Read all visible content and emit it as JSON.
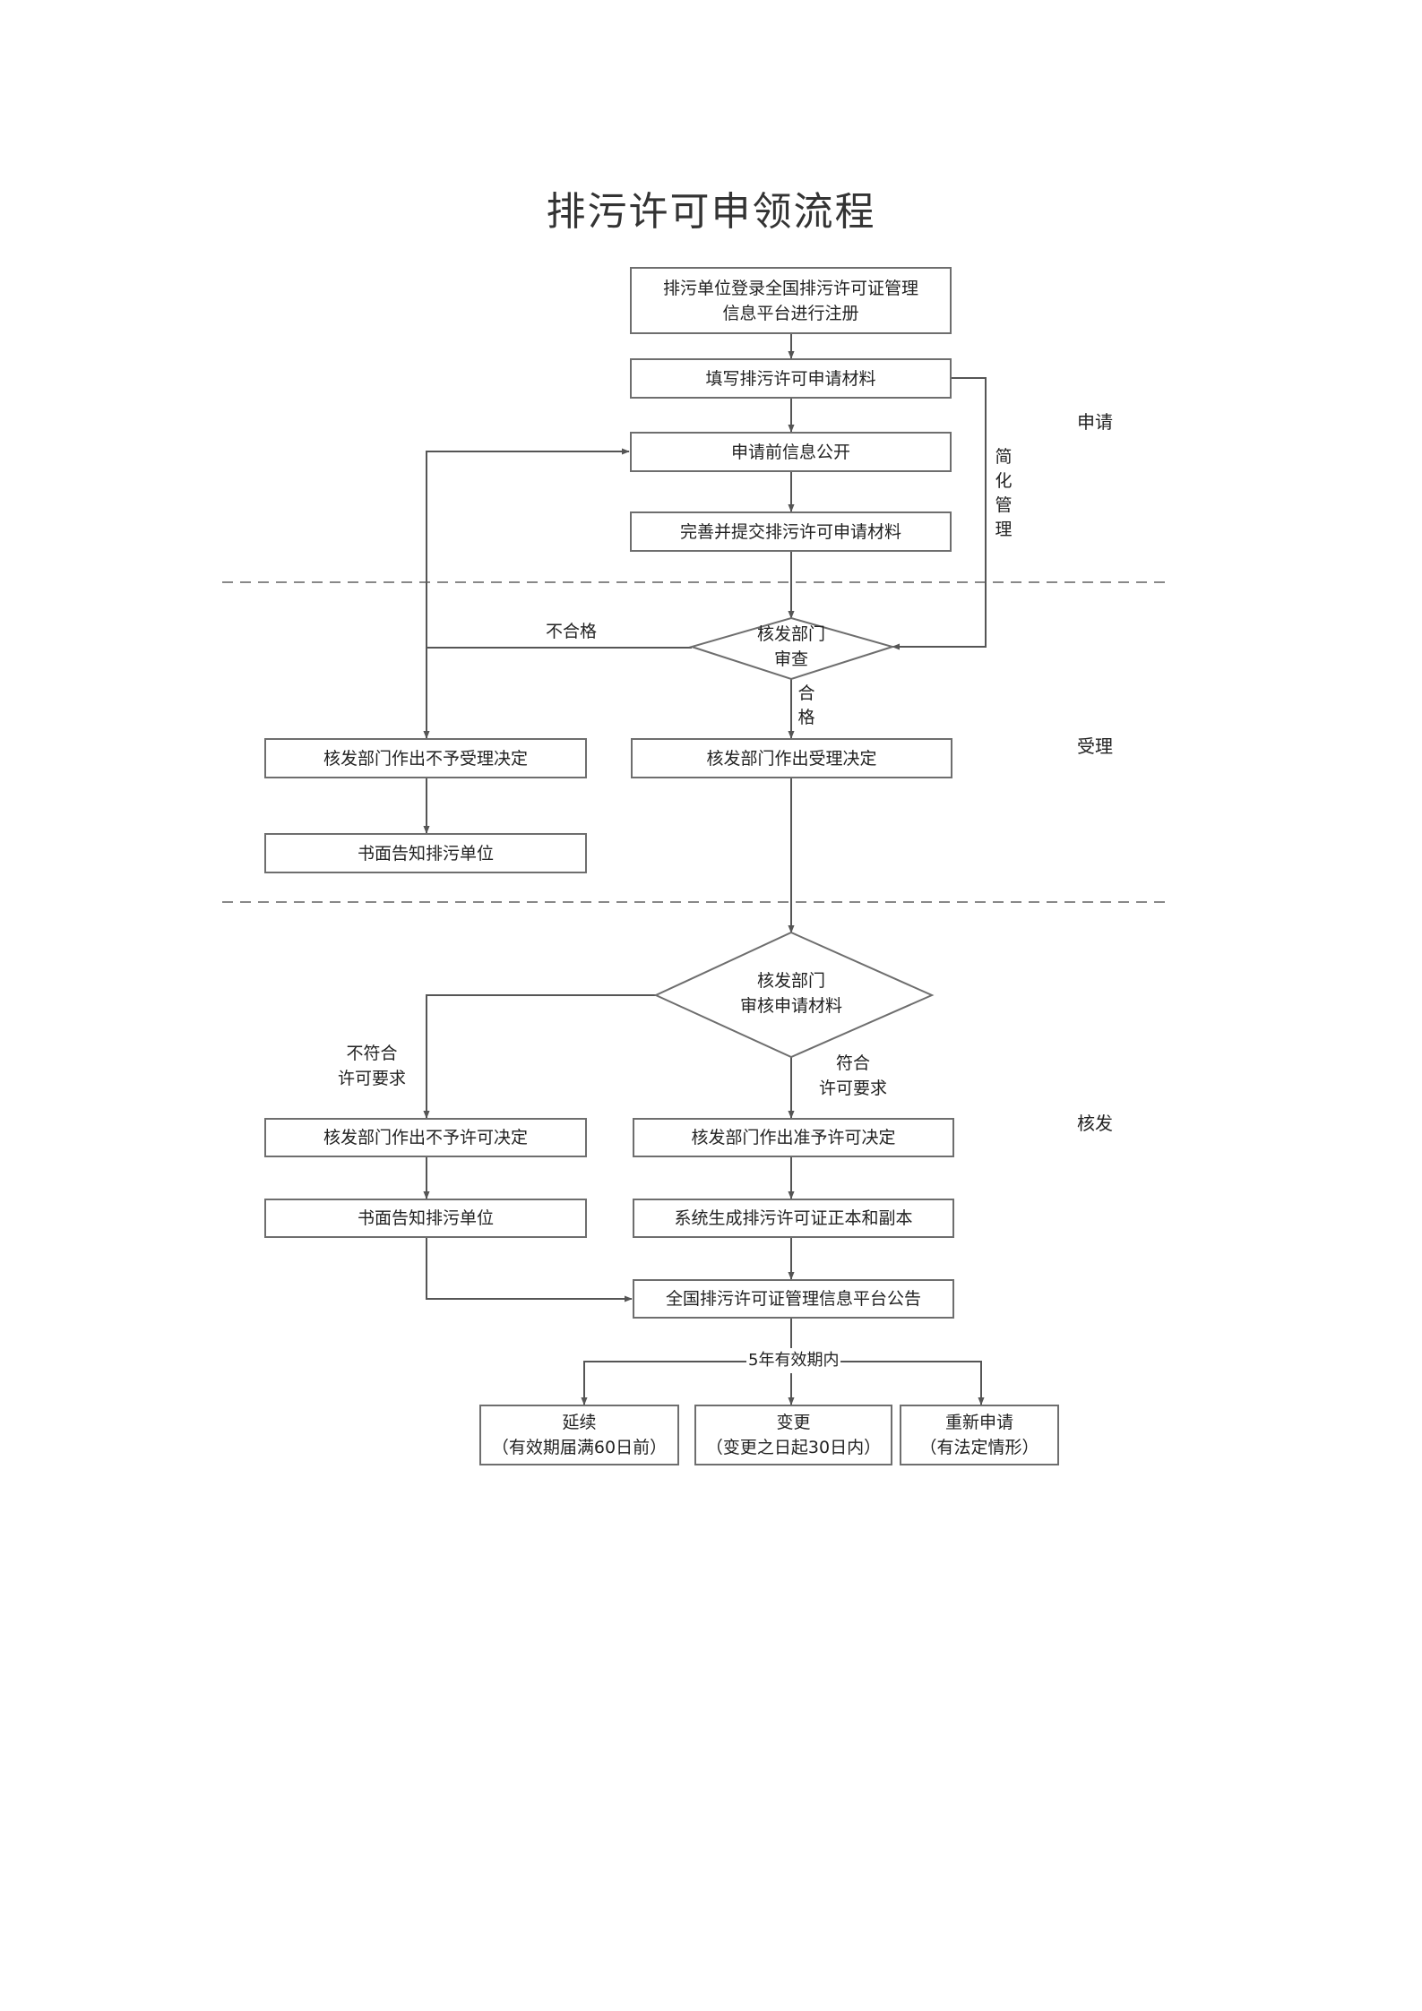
{
  "title": "排污许可申领流程",
  "phases": {
    "apply": "申请",
    "accept": "受理",
    "issue": "核发"
  },
  "steps": {
    "register": [
      "排污单位登录全国排污许可证管理",
      "信息平台进行注册"
    ],
    "fill": "填写排污许可申请材料",
    "disclose": "申请前信息公开",
    "submit": "完善并提交排污许可申请材料",
    "review": [
      "核发部门",
      "审查"
    ],
    "reject_accept": "核发部门作出不予受理决定",
    "accept": "核发部门作出受理决定",
    "notify1": "书面告知排污单位",
    "audit": [
      "核发部门",
      "审核申请材料"
    ],
    "deny": "核发部门作出不予许可决定",
    "grant": "核发部门作出准予许可决定",
    "notify2": "书面告知排污单位",
    "generate": "系统生成排污许可证正本和副本",
    "announce": "全国排污许可证管理信息平台公告",
    "renew": [
      "延续",
      "（有效期届满60日前）"
    ],
    "change": [
      "变更",
      "（变更之日起30日内）"
    ],
    "reapply": [
      "重新申请",
      "（有法定情形）"
    ]
  },
  "edge_labels": {
    "simplified": "简化管理",
    "unqualified": "不合格",
    "qualified": "合格",
    "not_meet": [
      "不符合",
      "许可要求"
    ],
    "meet": [
      "符合",
      "许可要求"
    ],
    "validity": "5年有效期内"
  }
}
